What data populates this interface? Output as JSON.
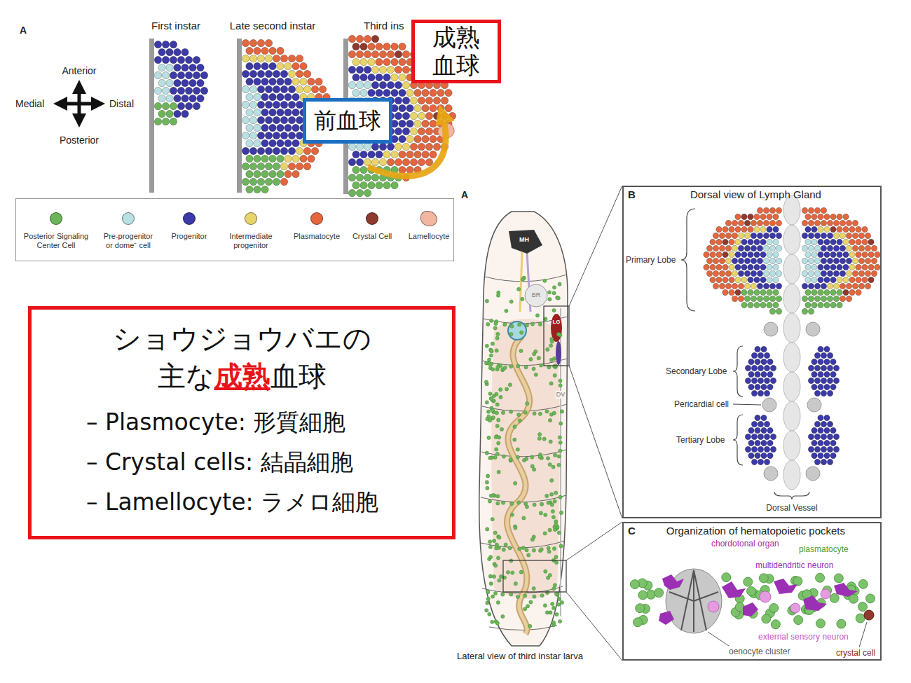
{
  "diagram": {
    "nodes": [
      {
        "text": [
          "成熟 血球"
        ]
      },
      {
        "text": [
          "前血球"
        ]
      },
      {
        "text": [
          "ショウジョウバエの 主な成熟血球",
          "– Plasmocyte: 形質細胞",
          "– Crystal cells: 結晶細胞",
          "– Lamellocyte: ラメロ細胞"
        ]
      },
      {
        "text": [
          "B",
          "Dorsal view of Lymph Gland"
        ]
      },
      {
        "text": [
          "C",
          "Organization of hematopoietic pockets"
        ]
      }
    ],
    "labels": [
      "A",
      "First instar",
      "Late second instar",
      "Third ins",
      "Anterior",
      "Medial",
      "Distal",
      "Posterior",
      "A",
      "MH",
      "BR",
      "LG",
      "DV",
      "Primary Lobe",
      "Secondary Lobe",
      "Pericardial cell",
      "Tertiary Lobe",
      "Dorsal Vessel",
      "chordotonal organ",
      "plasmatocyte",
      "multidendritic neuron",
      "external sensory neuron",
      "oenocyte cluster",
      "crystal cell",
      "Lateral view of third instar larva"
    ],
    "legend": [
      {
        "text": "Posterior Signaling Center Cell",
        "color": "#6db55a"
      },
      {
        "text": "Pre-progenitor or dome⁻ cell",
        "color": "#b8dfe2"
      },
      {
        "text": "Progenitor",
        "color": "#3c3aa6"
      },
      {
        "text": "Intermediate progenitor",
        "color": "#e9d46c"
      },
      {
        "text": "Plasmatocyte",
        "color": "#e2673f"
      },
      {
        "text": "Crystal Cell",
        "color": "#8f3a2e"
      },
      {
        "text": "Lamellocyte",
        "color": "#f3b6a1"
      }
    ]
  }
}
